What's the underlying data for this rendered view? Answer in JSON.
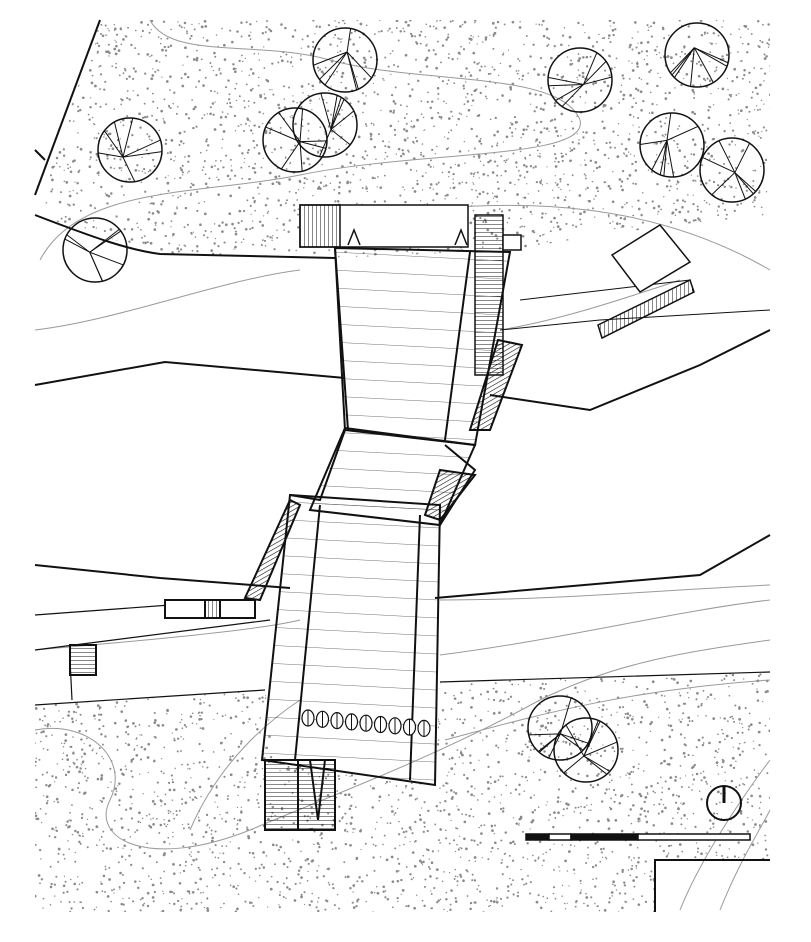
{
  "colors": {
    "ink": "#111111",
    "contour": "#9a9a9a",
    "stipple": "#8a8a8a",
    "paper": "#ffffff"
  },
  "icons": [
    "north-arrow-icon",
    "scale-bar",
    "tree-symbol"
  ],
  "trees": 11,
  "scale_bar_segments": [
    "black",
    "white",
    "black",
    "white"
  ]
}
